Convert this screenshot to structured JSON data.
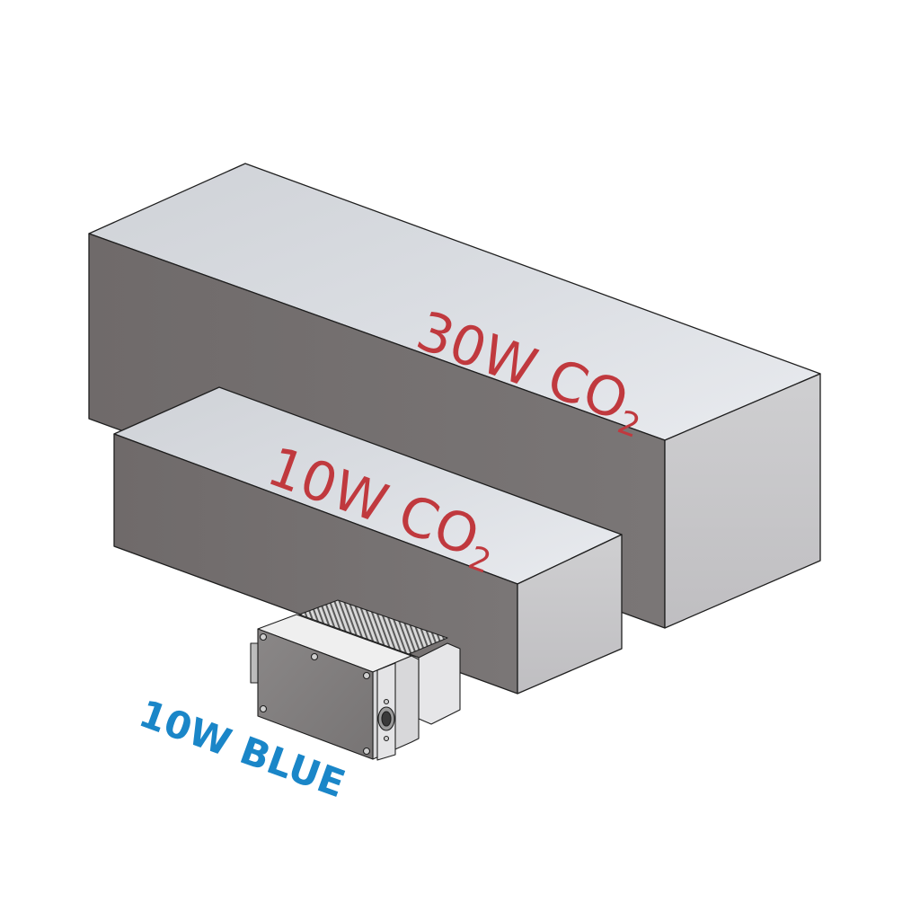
{
  "labels": {
    "large": {
      "main": "30W CO",
      "sub": "2"
    },
    "medium": {
      "main": "10W CO",
      "sub": "2"
    },
    "small": {
      "text": "10W BLUE"
    }
  },
  "colors": {
    "co2_label": "#c0393e",
    "blue_label": "#1a86c8",
    "top_face": "#dde0e5",
    "front_face": "#736e6e",
    "side_face": "#c8c7c9",
    "edge": "#1f1f1f"
  }
}
